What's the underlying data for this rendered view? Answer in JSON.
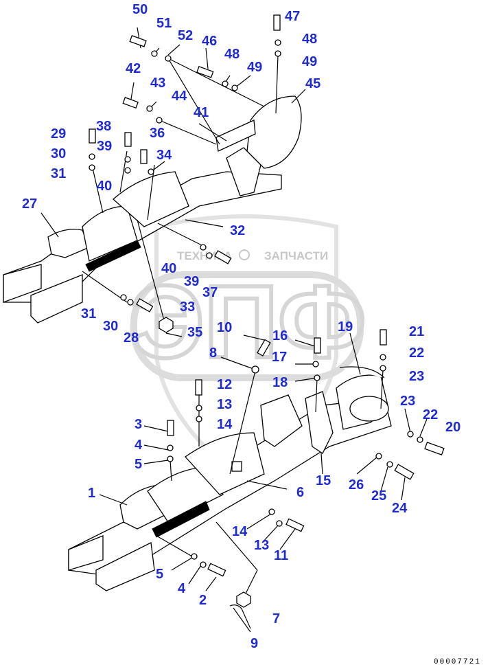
{
  "watermark": {
    "brand_left": "ТЕХНИКА",
    "brand_right": "ЗАПЧАСТИ",
    "logo_letters": "ЭПФ"
  },
  "document_code": "00007721",
  "callouts": {
    "c1": "1",
    "c2": "2",
    "c3": "3",
    "c4a": "4",
    "c4b": "4",
    "c5a": "5",
    "c5b": "5",
    "c6": "6",
    "c7": "7",
    "c8": "8",
    "c9": "9",
    "c10": "10",
    "c11": "11",
    "c12": "12",
    "c13a": "13",
    "c13b": "13",
    "c14a": "14",
    "c14b": "14",
    "c15": "15",
    "c16": "16",
    "c17": "17",
    "c18": "18",
    "c19": "19",
    "c20": "20",
    "c21": "21",
    "c22a": "22",
    "c22b": "22",
    "c23a": "23",
    "c23b": "23",
    "c24": "24",
    "c25": "25",
    "c26": "26",
    "c27": "27",
    "c28": "28",
    "c29": "29",
    "c30a": "30",
    "c30b": "30",
    "c31a": "31",
    "c31b": "31",
    "c32": "32",
    "c33": "33",
    "c34": "34",
    "c35": "35",
    "c36": "36",
    "c37": "37",
    "c38": "38",
    "c39a": "39",
    "c39b": "39",
    "c40a": "40",
    "c40b": "40",
    "c41": "41",
    "c42": "42",
    "c43": "43",
    "c44": "44",
    "c45": "45",
    "c46": "46",
    "c47": "47",
    "c48a": "48",
    "c48b": "48",
    "c49a": "49",
    "c49b": "49",
    "c50": "50",
    "c51": "51",
    "c52": "52"
  },
  "colors": {
    "callout": "#1f2bd0",
    "watermark": "#c8c8c8",
    "line": "#000000"
  }
}
